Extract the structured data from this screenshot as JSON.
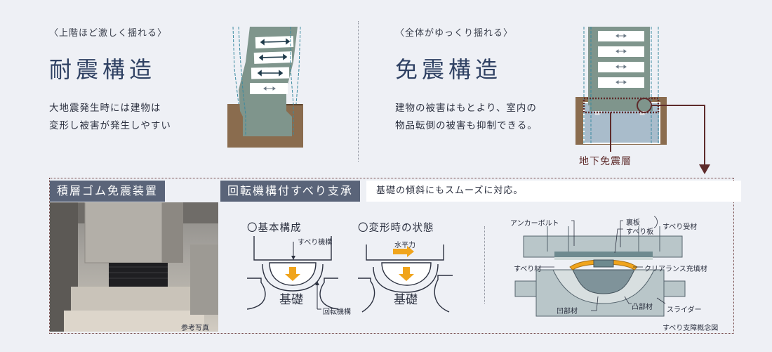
{
  "left_panel": {
    "subtitle": "〈上階ほど激しく揺れる〉",
    "title": "耐震構造",
    "description": "大地震発生時には建物は\n変形し被害が発生しやすい"
  },
  "right_panel": {
    "subtitle": "〈全体がゆっくり揺れる〉",
    "title": "免震構造",
    "description": "建物の被害はもとより、室内の\n物品転倒の被害も抑制できる。",
    "basement_label": "地下免震層"
  },
  "bottom": {
    "rubber_header": "積層ゴム免震装置",
    "sliding_header": "回転機構付すべり支承",
    "sliding_note": "基礎の傾斜にもスムーズに対応。",
    "photo_caption": "参考写真",
    "basic_title": "〇基本構成",
    "deform_title": "〇変形時の状態",
    "label_sliding_mech": "すべり機構",
    "label_rotation_mech": "回転機構",
    "label_foundation_1": "基礎",
    "label_foundation_2": "基礎",
    "label_horizontal_force": "水平力",
    "concept": {
      "anchor_bolt": "アンカーボルト",
      "back_plate": "裏板",
      "sliding_plate": "すべり板",
      "sliding_receiver": "すべり受材",
      "sliding_material": "すべり材",
      "clearance_filler": "クリアランス充填材",
      "concave": "凹部材",
      "convex": "凸部材",
      "slider": "スライダー",
      "caption": "すべり支障概念図"
    }
  },
  "colors": {
    "title_blue": "#2f4163",
    "building_green": "#7f958c",
    "ground_brown": "#8a6c4e",
    "header_gray": "#5a6479",
    "arrow_orange": "#f0a41c",
    "pointer_maroon": "#5e2b2b"
  }
}
